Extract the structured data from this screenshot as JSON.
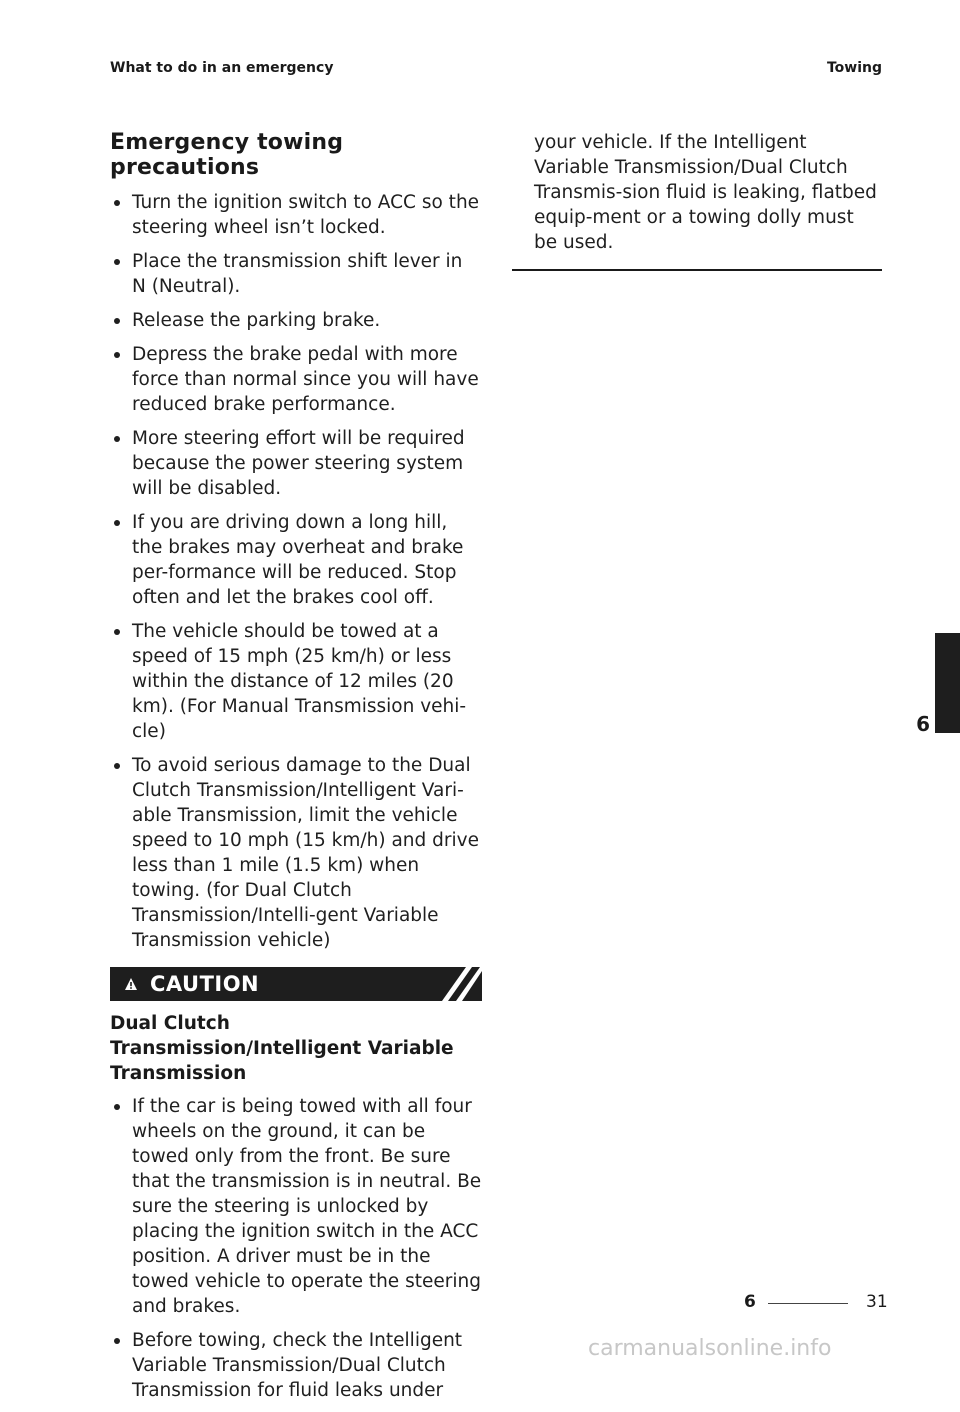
{
  "header": {
    "left": "What to do in an emergency",
    "right": "Towing"
  },
  "left_column": {
    "title": "Emergency towing precautions",
    "bullets": [
      "Turn the ignition switch to ACC so the steering wheel isn’t locked.",
      "Place the transmission shift lever in N (Neutral).",
      "Release the parking brake.",
      "Depress the brake pedal with more force than normal since you will have reduced brake performance.",
      "More steering effort will be required because the power steering system will be disabled.",
      "If you are driving down a long hill, the brakes may overheat and brake per-formance will be reduced. Stop often and let the brakes cool off.",
      "The vehicle should be towed at a speed of 15 mph (25 km/h) or less within the distance of 12 miles (20 km). (For Manual Transmission vehi-cle)",
      "To avoid serious damage to the Dual Clutch Transmission/Intelligent Vari-able Transmission, limit the vehicle speed to 10 mph (15 km/h) and drive less than 1 mile (1.5 km) when towing. (for Dual Clutch Transmission/Intelli-gent Variable Transmission vehicle)"
    ],
    "caution": {
      "label": "CAUTION",
      "subhead": "Dual Clutch Transmission/Intelligent Variable Transmission",
      "bullets": [
        "If the car is being towed with all four wheels on the ground, it can be towed only from the front. Be sure that the transmission is in neutral. Be sure the steering is unlocked by placing the ignition switch in the ACC position. A driver must be in the towed vehicle to operate the steering and brakes.",
        "Before towing, check the Intelligent Variable Transmission/Dual Clutch Transmission for fluid leaks under"
      ]
    }
  },
  "right_column": {
    "continuation": "your vehicle. If the Intelligent Variable Transmission/Dual Clutch Transmis-sion fluid is leaking, flatbed equip-ment or a towing dolly must be used."
  },
  "side_tab": {
    "chapter": "6"
  },
  "footer": {
    "chapter": "6",
    "page": "31"
  },
  "watermark": "carmanualsonline.info",
  "colors": {
    "text": "#1a1a1a",
    "caution_bar": "#1e1e1e",
    "side_tab": "#1e1e1e",
    "watermark": "#c7c7c7"
  },
  "icons": {
    "caution": "warning-triangle-icon"
  }
}
